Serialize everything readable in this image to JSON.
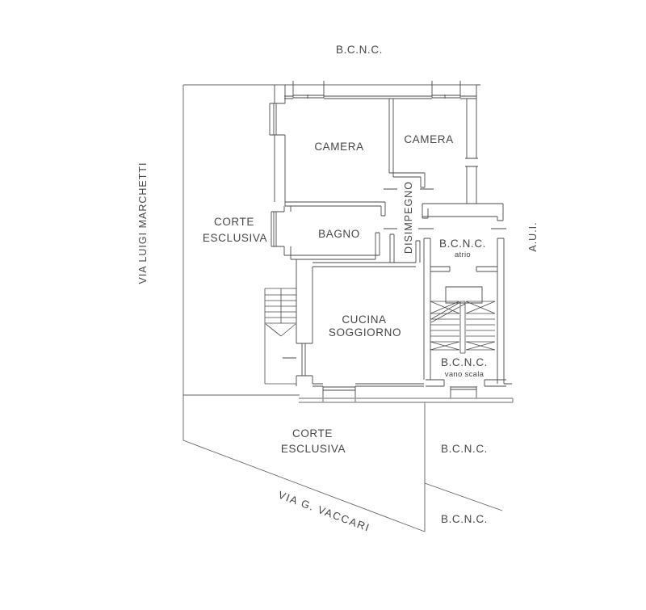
{
  "meta": {
    "drawing_type": "apartment floor plan (catasto style)"
  },
  "labels": {
    "bcnc_top": "B.C.N.C.",
    "street_left": "VIA LUIGI MARCHETTI",
    "street_bottom": "VIA G. VACCARI",
    "aui": "A.U.I.",
    "corte_upper_line1": "CORTE",
    "corte_upper_line2": "ESCLUSIVA",
    "corte_lower_line1": "CORTE",
    "corte_lower_line2": "ESCLUSIVA",
    "camera_left": "CAMERA",
    "camera_right": "CAMERA",
    "bagno": "BAGNO",
    "disimpegno": "DISIMPEGNO",
    "cucina_line1": "CUCINA",
    "cucina_line2": "SOGGIORNO",
    "atrio_title": "B.C.N.C.",
    "atrio_sub": "atrio",
    "vano_scala_title": "B.C.N.C.",
    "vano_scala_sub": "vano scala",
    "bcnc_right_mid": "B.C.N.C.",
    "bcnc_right_bottom": "B.C.N.C."
  },
  "colors": {
    "background": "#ffffff",
    "thin_line": "#5f5f5f",
    "wall_line": "#4a4a4a",
    "exterior_wall_gray": "#9b9b9b",
    "text": "#474747"
  }
}
